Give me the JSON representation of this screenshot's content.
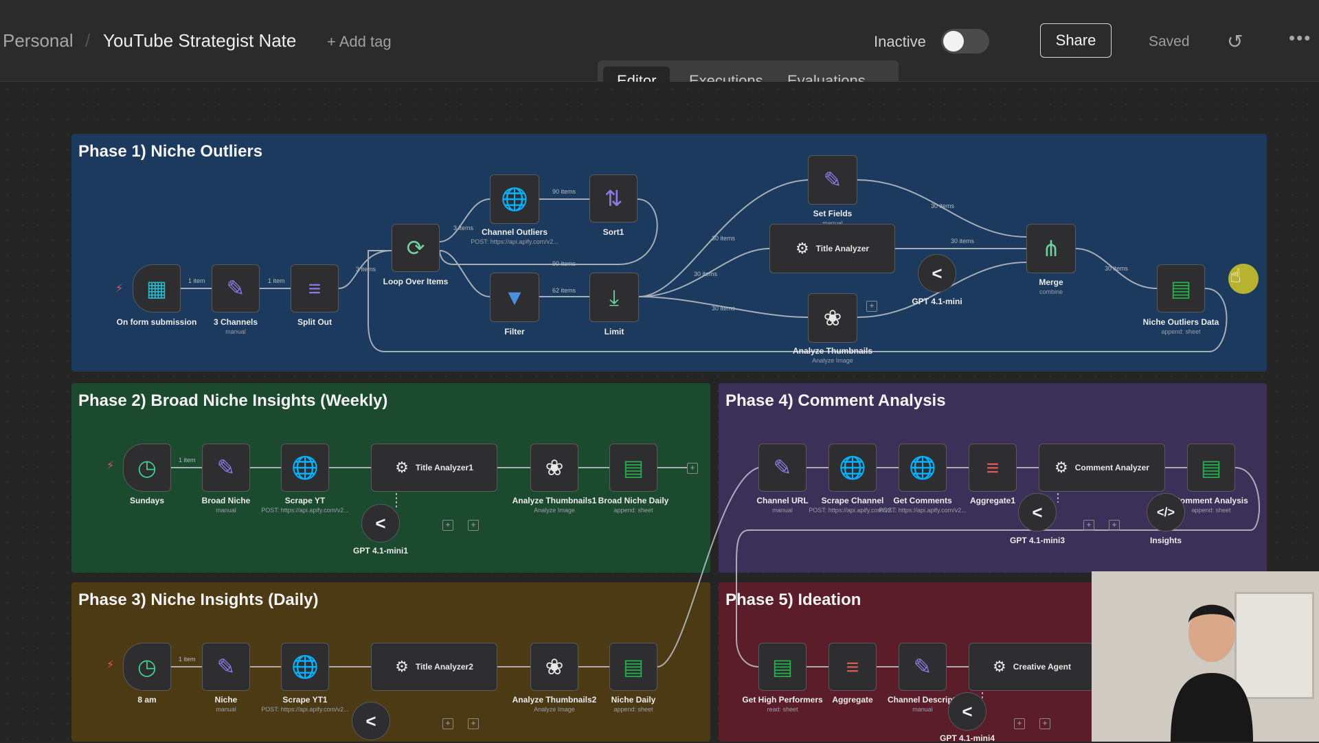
{
  "header": {
    "breadcrumb_root": "Personal",
    "breadcrumb_sep": "/",
    "workflow_title": "YouTube Strategist Nate",
    "add_tag": "+ Add tag",
    "status_label": "Inactive",
    "share_label": "Share",
    "saved_label": "Saved",
    "history_icon": "history-icon",
    "more_icon": "more-icon"
  },
  "tabs": [
    {
      "label": "Editor",
      "active": true
    },
    {
      "label": "Executions",
      "active": false
    },
    {
      "label": "Evaluations",
      "active": false
    }
  ],
  "colors": {
    "phase1": "#1b3a5e",
    "phase2": "#1b4a2f",
    "phase3": "#4c3a15",
    "phase4": "#3b3158",
    "phase5": "#5a1d29",
    "accent": "#6cd3a0"
  },
  "phases": {
    "p1": "Phase 1) Niche Outliers",
    "p2": "Phase 2) Broad Niche Insights (Weekly)",
    "p3": "Phase 3) Niche Insights (Daily)",
    "p4": "Phase 4) Comment Analysis",
    "p5": "Phase 5) Ideation"
  },
  "nodes": {
    "form": {
      "label": "On form submission"
    },
    "channels3": {
      "label": "3 Channels",
      "sub": "manual"
    },
    "split": {
      "label": "Split Out"
    },
    "loop": {
      "label": "Loop Over Items"
    },
    "outliers": {
      "label": "Channel Outliers",
      "sub": "POST: https://api.apify.com/v2..."
    },
    "sort": {
      "label": "Sort1"
    },
    "filter": {
      "label": "Filter"
    },
    "limit": {
      "label": "Limit"
    },
    "setfields": {
      "label": "Set Fields",
      "sub": "manual"
    },
    "titleanalyzer": {
      "label": "Title Analyzer"
    },
    "gpt": {
      "label": "GPT 4.1-mini"
    },
    "thumbs": {
      "label": "Analyze Thumbnails",
      "sub": "Analyze Image"
    },
    "merge": {
      "label": "Merge",
      "sub": "combine"
    },
    "nichedata": {
      "label": "Niche Outliers Data",
      "sub": "append: sheet"
    },
    "sundays": {
      "label": "Sundays"
    },
    "broadniche": {
      "label": "Broad Niche",
      "sub": "manual"
    },
    "scrapeyt": {
      "label": "Scrape YT",
      "sub": "POST: https://api.apify.com/v2..."
    },
    "title1": {
      "label": "Title Analyzer1"
    },
    "gpt1": {
      "label": "GPT 4.1-mini1"
    },
    "thumbs1": {
      "label": "Analyze Thumbnails1",
      "sub": "Analyze Image"
    },
    "broaddaily": {
      "label": "Broad Niche Daily",
      "sub": "append: sheet"
    },
    "am8": {
      "label": "8 am"
    },
    "niche": {
      "label": "Niche",
      "sub": "manual"
    },
    "scrapeyt1": {
      "label": "Scrape YT1",
      "sub": "POST: https://api.apify.com/v2..."
    },
    "title2": {
      "label": "Title Analyzer2"
    },
    "thumbs2": {
      "label": "Analyze Thumbnails2",
      "sub": "Analyze Image"
    },
    "nichedaily": {
      "label": "Niche Daily",
      "sub": "append: sheet"
    },
    "channelurl": {
      "label": "Channel URL",
      "sub": "manual"
    },
    "scrapechannel": {
      "label": "Scrape Channel",
      "sub": "POST: https://api.apify.com/v2..."
    },
    "getcomments": {
      "label": "Get Comments",
      "sub": "POST: https://api.apify.com/v2..."
    },
    "aggregate1": {
      "label": "Aggregate1"
    },
    "commentanalyzer": {
      "label": "Comment Analyzer"
    },
    "commentanalysis": {
      "label": "Comment Analysis",
      "sub": "append: sheet"
    },
    "gpt3": {
      "label": "GPT 4.1-mini3"
    },
    "insights": {
      "label": "Insights"
    },
    "highperf": {
      "label": "Get High Performers",
      "sub": "read: sheet"
    },
    "aggregate": {
      "label": "Aggregate"
    },
    "channeldesc": {
      "label": "Channel Descripti",
      "sub": "manual"
    },
    "creative": {
      "label": "Creative Agent"
    },
    "gpt4": {
      "label": "GPT 4.1-mini4"
    }
  },
  "edges": {
    "e1": "1 item",
    "e2": "1 item",
    "e3": "3 items",
    "e4": "3 items",
    "e5": "90 items",
    "e6": "90 items",
    "e7": "62 items",
    "e8": "30 items",
    "e9": "30 items",
    "e10": "30 items",
    "e11": "30 items",
    "e12": "30 items",
    "e13": "30 items",
    "e14": "1 item",
    "e15": "1 item"
  }
}
